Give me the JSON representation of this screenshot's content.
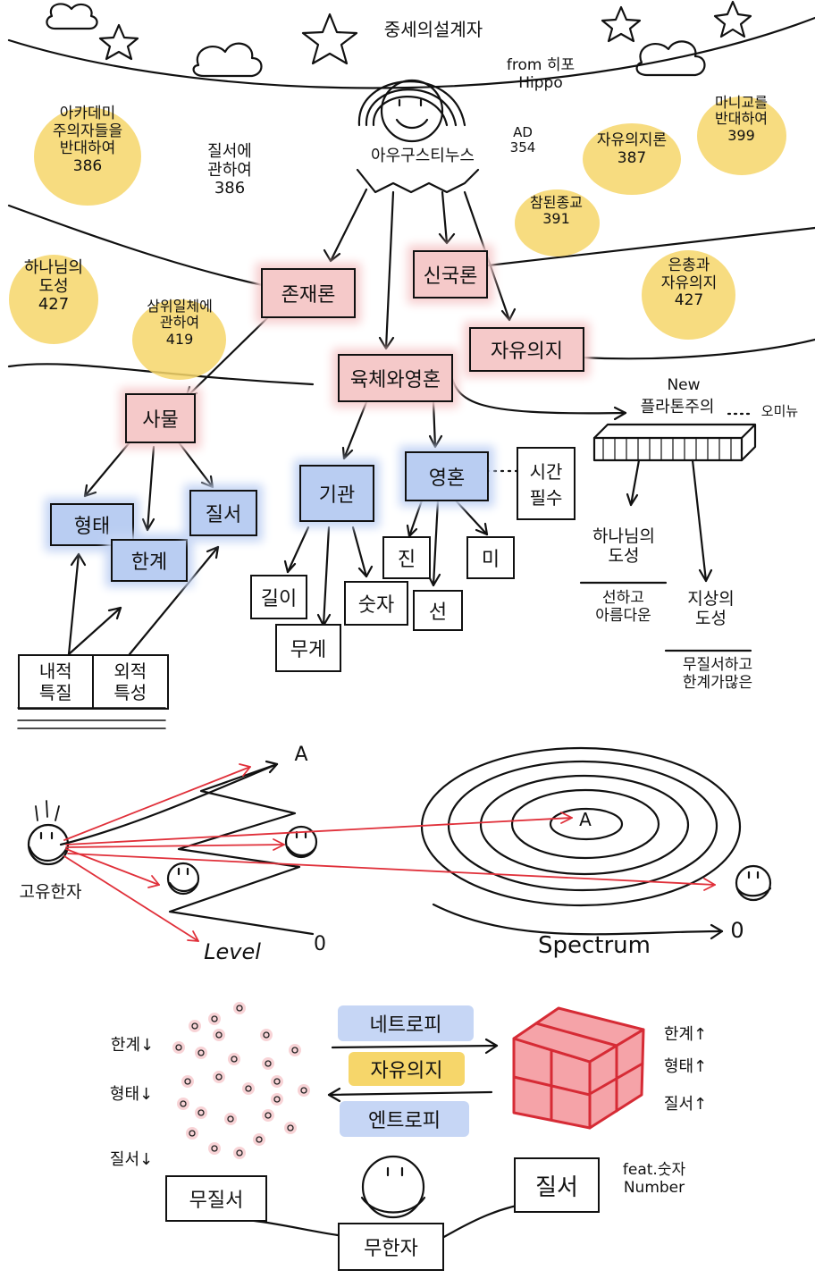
{
  "header": {
    "title": "중세의설계자",
    "source": "from 히포\nHippo",
    "central": "아우구스티누스",
    "ad_year": "AD\n354"
  },
  "works": [
    {
      "id": "academics",
      "text": "아카데미\n주의자들을\n반대하여\n386"
    },
    {
      "id": "order",
      "text": "질서에\n관하여\n386"
    },
    {
      "id": "freewill_387",
      "text": "자유의지론\n387"
    },
    {
      "id": "manichean",
      "text": "마니교를\n반대하여\n399"
    },
    {
      "id": "true_religion",
      "text": "참된종교\n391"
    },
    {
      "id": "city_of_god",
      "text": "하나님의\n도성\n427"
    },
    {
      "id": "trinity",
      "text": "삼위일체에\n관하여\n419"
    },
    {
      "id": "grace_freewill",
      "text": "은총과\n자유의지\n427"
    }
  ],
  "concepts": {
    "existence": "존재론",
    "theodicy": "신국론",
    "free_will": "자유의지",
    "body_soul": "육체와영혼",
    "things": "사물",
    "form": "형태",
    "limit": "한계",
    "order": "질서",
    "instrument": "기관",
    "soul": "영혼",
    "time_needed": "시간\n필수",
    "length": "길이",
    "weight": "무게",
    "number": "숫자",
    "truth": "진",
    "good": "선",
    "beauty": "미",
    "new_label": "New",
    "neoplatonism": "플라톤주의",
    "plotinus": "오미뉴",
    "city_of_god": "하나님의\n도성",
    "good_beautiful": "선하고\n아름다운",
    "earthly_city": "지상의\n도성",
    "chaos_limits": "무질서하고\n한계가많은"
  },
  "table": {
    "internal": "내적\n특질",
    "external": "외적\n특성"
  },
  "level_diagram": {
    "person": "고유한자",
    "top_label": "A",
    "bottom_label": "0",
    "axis_label": "Level"
  },
  "spectrum_diagram": {
    "center_label": "A",
    "end_label": "0",
    "axis_label": "Spectrum"
  },
  "bottom": {
    "negentropy": "네트로피",
    "free_will": "자유의지",
    "entropy": "엔트로피",
    "left_limit": "한계↓",
    "left_form": "형태↓",
    "left_order": "질서↓",
    "right_limit": "한계↑",
    "right_form": "형태↑",
    "right_order": "질서↑",
    "disorder": "무질서",
    "infinite": "무한자",
    "order": "질서",
    "feat": "feat.숫자\nNumber"
  },
  "colors": {
    "pink": "#f5c9c9",
    "blue": "#b9cdf2",
    "yellow": "#f6d66a",
    "red": "#e0303a"
  }
}
